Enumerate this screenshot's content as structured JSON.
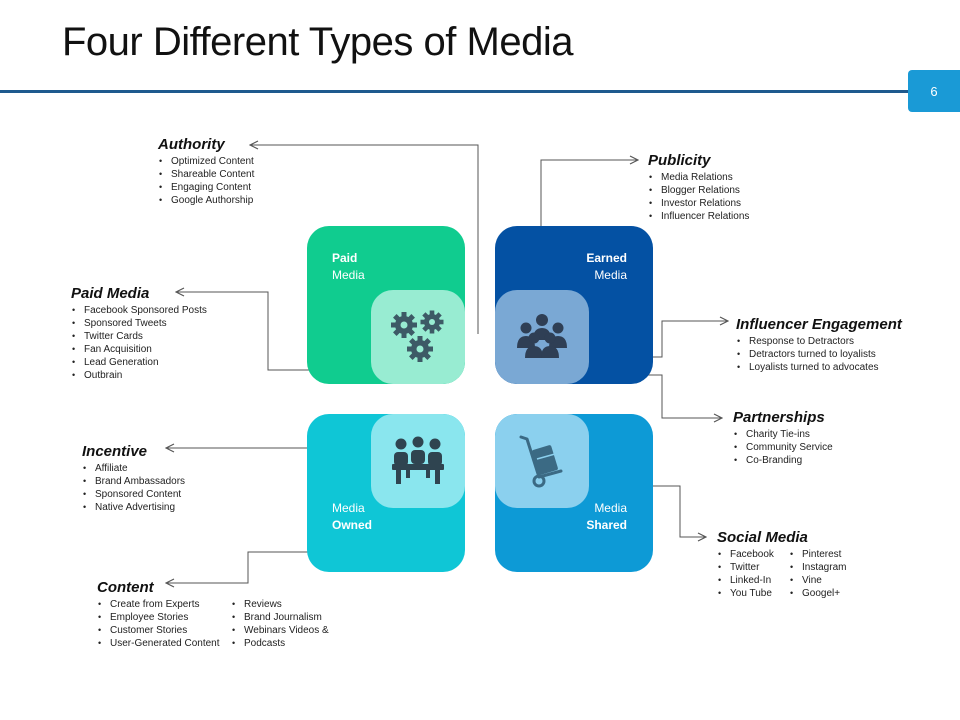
{
  "title": "Four Different Types of Media",
  "page_number": "6",
  "colors": {
    "rule": "#1e5a8e",
    "badge": "#1a9ad6",
    "paid": "#10cc8f",
    "earned": "#0451a3",
    "owned": "#0fc6d6",
    "shared": "#0d9ad6"
  },
  "quadrants": {
    "paid": {
      "line1": "Paid",
      "line2": "Media",
      "icon": "gears-icon"
    },
    "earned": {
      "line1": "Earned",
      "line2": "Media",
      "icon": "group-people-icon"
    },
    "owned": {
      "line1": "Media",
      "line2": "Owned",
      "icon": "meeting-table-icon"
    },
    "shared": {
      "line1": "Media",
      "line2": "Shared",
      "icon": "hand-truck-icon"
    }
  },
  "callouts": {
    "authority": {
      "heading": "Authority",
      "items": [
        "Optimized Content",
        "Shareable Content",
        "Engaging Content",
        "Google Authorship"
      ]
    },
    "paid_media": {
      "heading": "Paid Media",
      "items": [
        "Facebook Sponsored Posts",
        "Sponsored Tweets",
        "Twitter Cards",
        "Fan Acquisition",
        "Lead Generation",
        "Outbrain"
      ]
    },
    "incentive": {
      "heading": "Incentive",
      "items": [
        "Affiliate",
        "Brand Ambassadors",
        "Sponsored Content",
        "Native Advertising"
      ]
    },
    "content": {
      "heading": "Content",
      "col1": [
        "Create from Experts",
        "Employee Stories",
        "Customer Stories",
        "User-Generated Content"
      ],
      "col2": [
        "Reviews",
        "Brand Journalism",
        "Webinars Videos &",
        "Podcasts"
      ]
    },
    "publicity": {
      "heading": "Publicity",
      "items": [
        "Media Relations",
        "Blogger Relations",
        "Investor Relations",
        "Influencer Relations"
      ]
    },
    "influencer": {
      "heading": "Influencer Engagement",
      "items": [
        "Response to Detractors",
        "Detractors turned to loyalists",
        "Loyalists turned to advocates"
      ]
    },
    "partnerships": {
      "heading": "Partnerships",
      "items": [
        "Charity Tie-ins",
        "Community  Service",
        "Co-Branding"
      ]
    },
    "social": {
      "heading": "Social Media",
      "col1": [
        "Facebook",
        "Twitter",
        "Linked-In",
        "You Tube"
      ],
      "col2": [
        "Pinterest",
        "Instagram",
        "Vine",
        "Googel+"
      ]
    }
  }
}
